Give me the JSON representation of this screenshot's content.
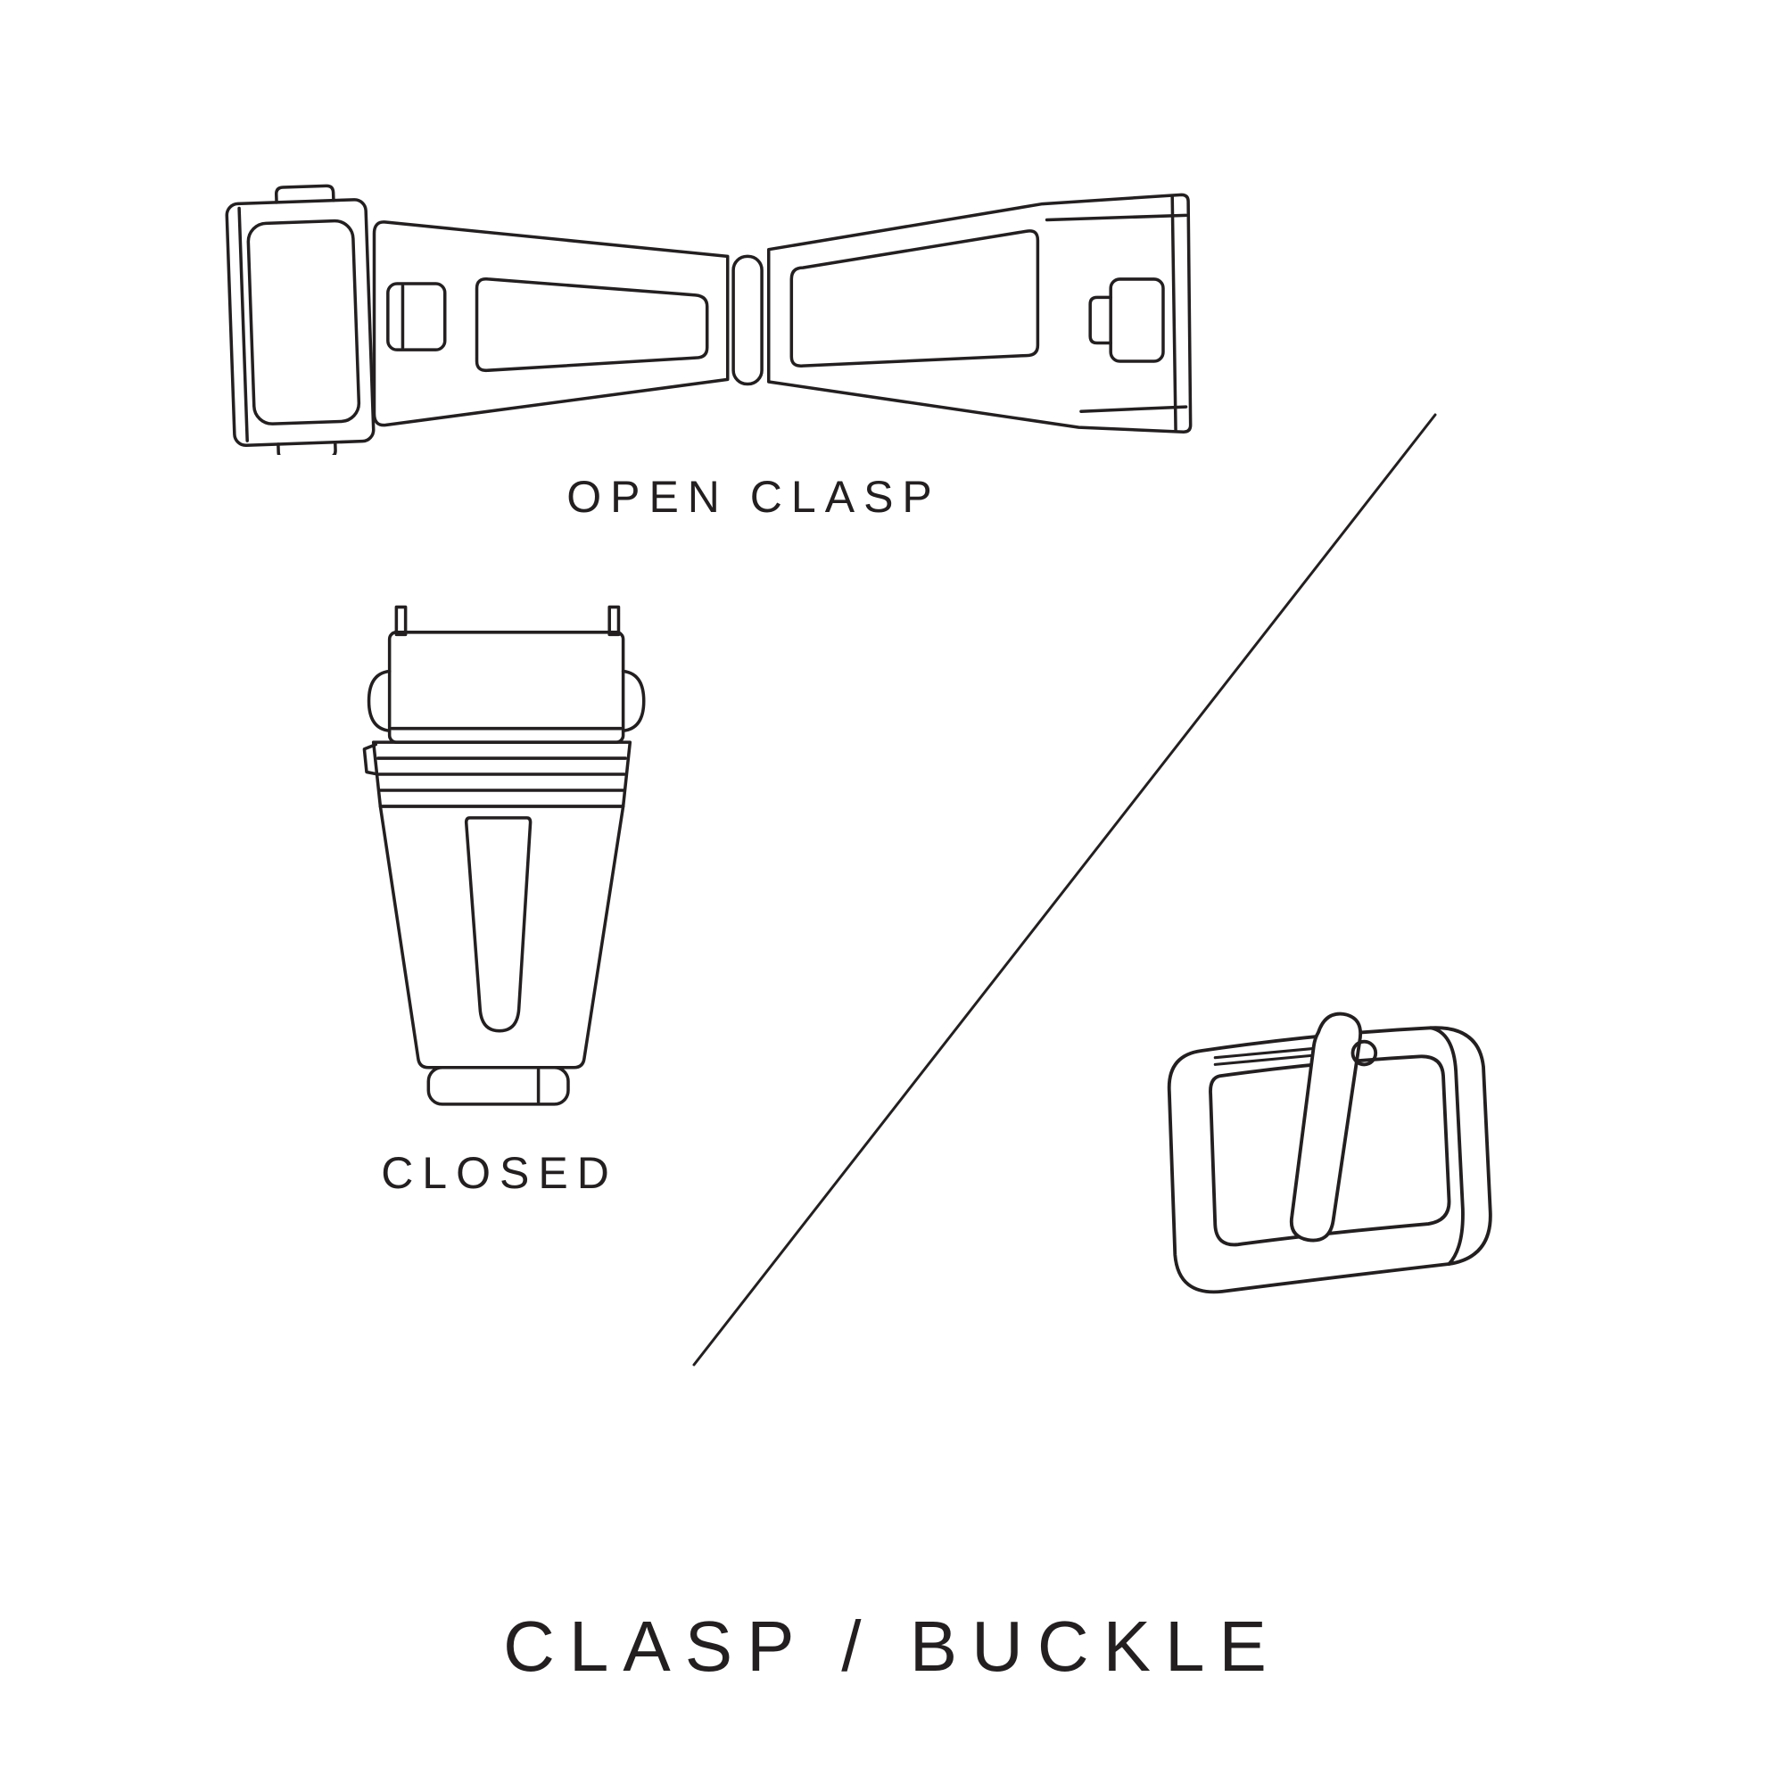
{
  "page": {
    "background_color": "#ffffff",
    "line_color": "#231f20",
    "text_color": "#231f20"
  },
  "diagram": {
    "title": "CLASP / BUCKLE",
    "labels": {
      "open_clasp": "OPEN CLASP",
      "closed": "CLOSED"
    },
    "icons": {
      "open_clasp_illustration": "open-deployant-clasp-line-drawing",
      "closed_clasp_illustration": "closed-deployant-clasp-line-drawing",
      "buckle_illustration": "tang-buckle-line-drawing",
      "divider": "diagonal-divider-line"
    }
  }
}
